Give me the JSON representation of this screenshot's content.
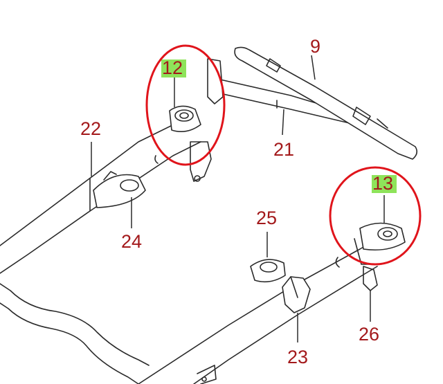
{
  "labels": {
    "p9": "9",
    "p12": "12",
    "p13": "13",
    "p21": "21",
    "p22": "22",
    "p23": "23",
    "p24": "24",
    "p25": "25",
    "p26": "26"
  },
  "colors": {
    "label": "#a3191b",
    "highlight": "#8ee35a",
    "circle": "#e0141b",
    "line": "#2a2a2a"
  }
}
